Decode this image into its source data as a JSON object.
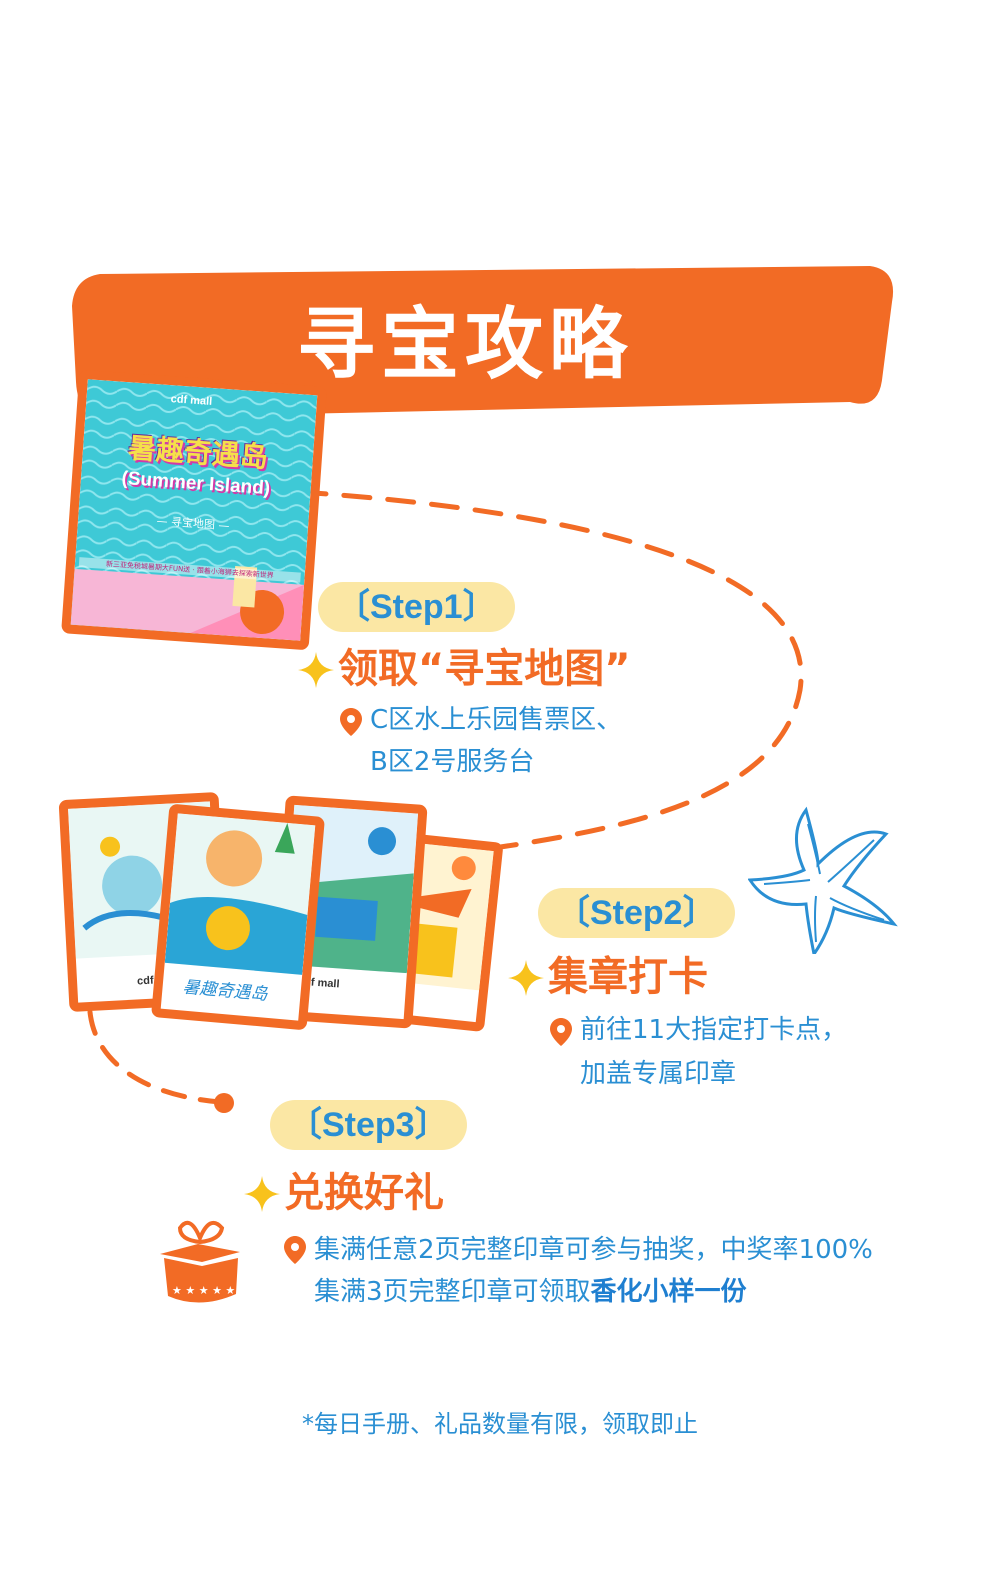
{
  "header": {
    "title": "寻宝攻略"
  },
  "map_card": {
    "brand": "cdf mall",
    "title_cn": "暑趣奇遇岛",
    "title_en": "(Summer Island)",
    "subtitle": "— 寻宝地图 —",
    "tagline": "新三亚免税城暑期大FUN送 · 跟着小海狮去探索新世界"
  },
  "step1": {
    "badge": "〔Step1〕",
    "title": "领取“寻宝地图”",
    "location_line1": "C区水上乐园售票区、",
    "location_line2": "B区2号服务台"
  },
  "step2": {
    "badge": "〔Step2〕",
    "title": "集章打卡",
    "desc_line1": "前往11大指定打卡点，",
    "desc_line2": "加盖专属印章"
  },
  "step3": {
    "badge": "〔Step3〕",
    "title": "兑换好礼",
    "desc_line1": "集满任意2页完整印章可参与抽奖，中奖率100%",
    "desc_line2_prefix": "集满3页完整印章可领取",
    "desc_line2_highlight": "香化小样一份"
  },
  "stamp_cards": {
    "brand_a": "cdf mall",
    "brand_b": "cdf",
    "logo_script": "暑趣奇遇岛"
  },
  "footer": {
    "note": "*每日手册、礼品数量有限，领取即止"
  },
  "colors": {
    "orange": "#f26b25",
    "blue": "#2a8fd3",
    "yellow": "#fbe7a4",
    "white": "#ffffff"
  }
}
